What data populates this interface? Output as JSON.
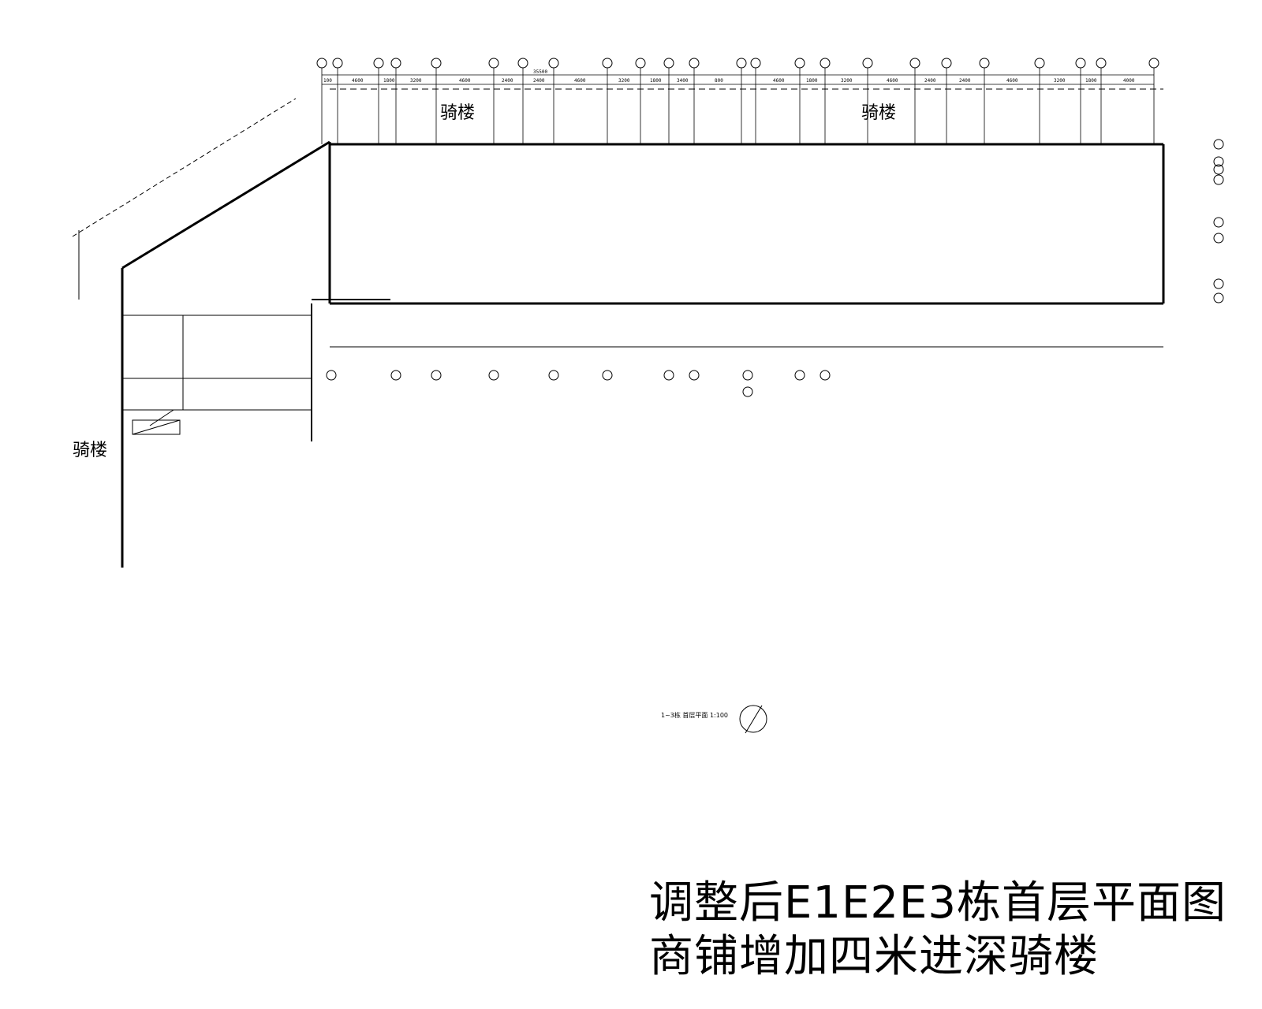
{
  "labels": {
    "arcade": "骑楼",
    "title_line1": "调整后E1E2E3栋首层平面图",
    "title_line2": "商铺增加四米进深骑楼",
    "plan_name": "1~3栋 首层平面 1:100",
    "overall_dim_top": "35500"
  },
  "top_axis": {
    "dims": [
      "100",
      "4600",
      "1800",
      "3200",
      "4600",
      "2400",
      "2400",
      "4600",
      "3200",
      "1800",
      "3400",
      "800",
      "4600",
      "1800",
      "3200",
      "4600",
      "2400",
      "2400",
      "4600",
      "3200",
      "1800",
      "4000"
    ]
  },
  "colors": {
    "line": "#000000",
    "paper": "#ffffff"
  }
}
